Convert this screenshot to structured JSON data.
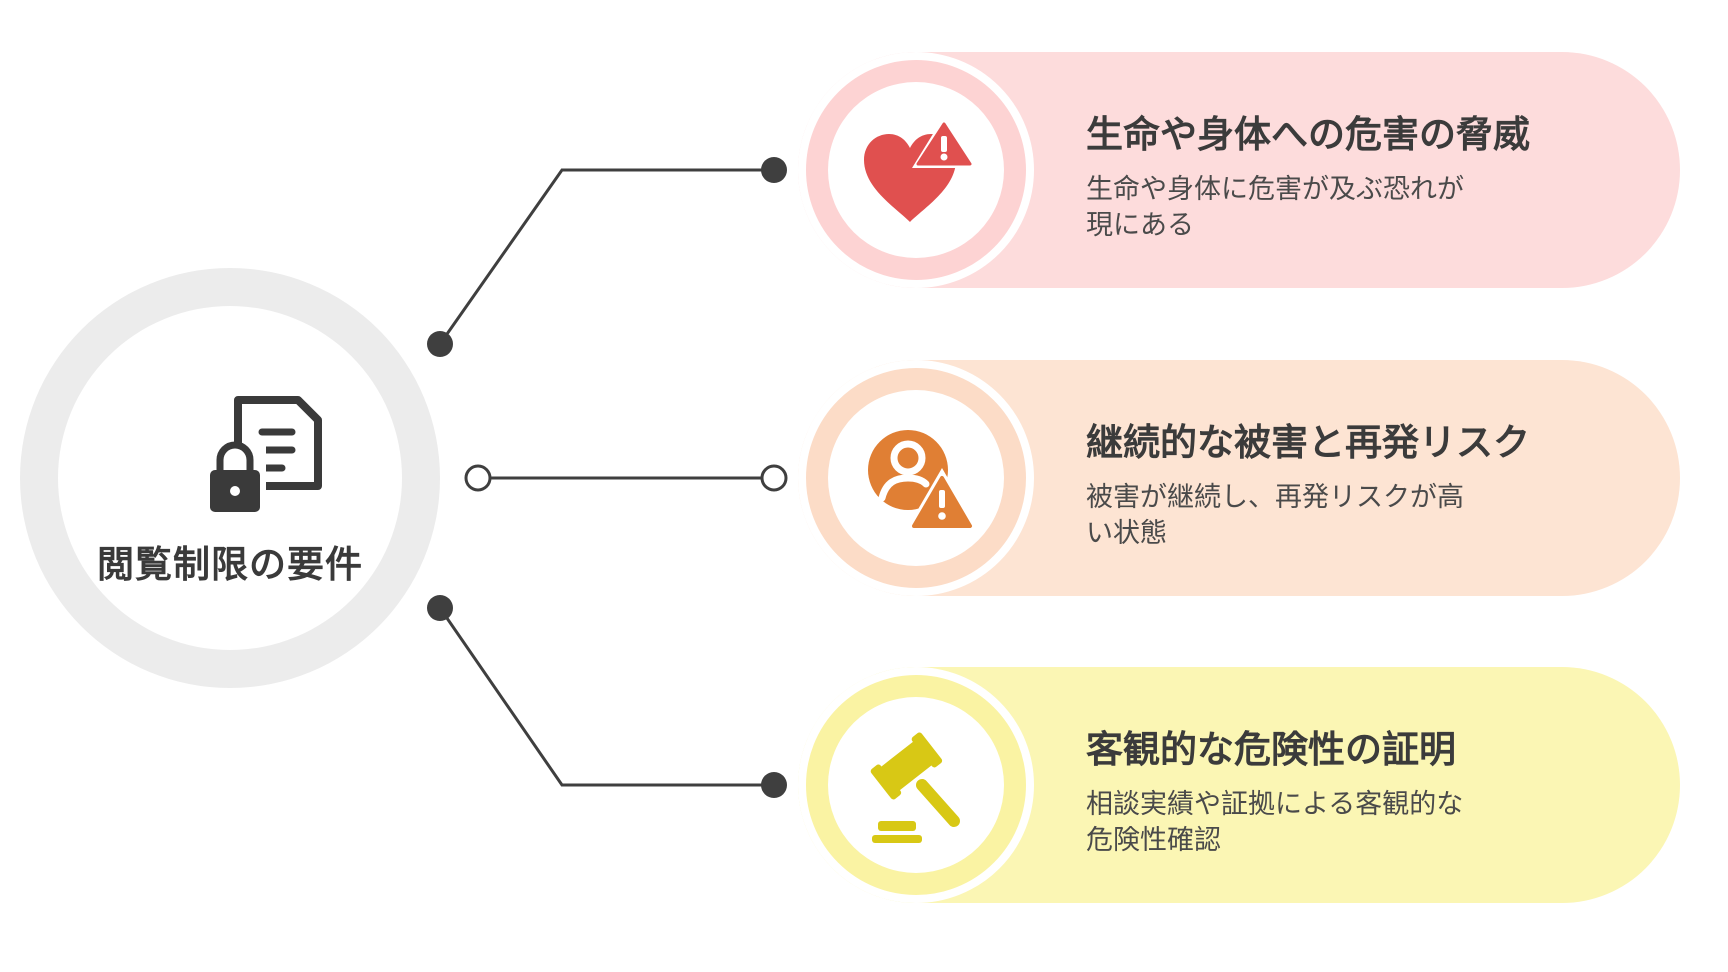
{
  "center": {
    "title": "閲覧制限の要件",
    "icon": "locked-document-icon"
  },
  "items": [
    {
      "title": "生命や身体への危害の脅威",
      "description": "生命や身体に危害が及ぶ恐れが現にある",
      "icon": "heart-warning-icon",
      "color_bg": "#fddcdc",
      "color_ring": "#fdd3d3",
      "color_icon": "#e0504f"
    },
    {
      "title": "継続的な被害と再発リスク",
      "description": "被害が継続し、再発リスクが高い状態",
      "icon": "person-warning-icon",
      "color_bg": "#fde4d3",
      "color_ring": "#fcdcc7",
      "color_icon": "#e07f34"
    },
    {
      "title": "客観的な危険性の証明",
      "description": "相談実績や証拠による客観的な危険性確認",
      "icon": "gavel-icon",
      "color_bg": "#fbf6b4",
      "color_ring": "#faf3a3",
      "color_icon": "#d8c815"
    }
  ],
  "colors": {
    "connector": "#3f3f3f",
    "hub_ring": "#ececec"
  }
}
